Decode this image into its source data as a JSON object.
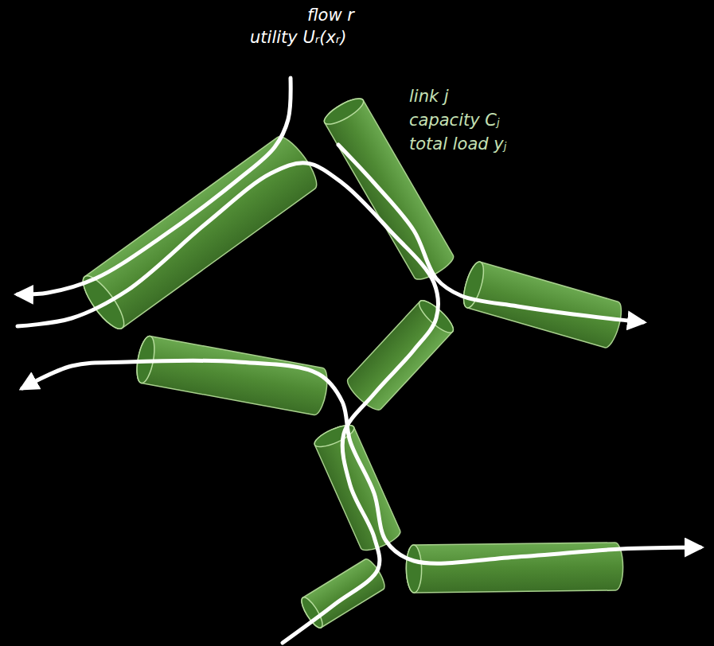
{
  "diagram": {
    "labels": [
      "flow r",
      "utility Uᵣ(xᵣ)",
      "link j",
      "capacity Cⱼ",
      "total load yⱼ"
    ]
  }
}
